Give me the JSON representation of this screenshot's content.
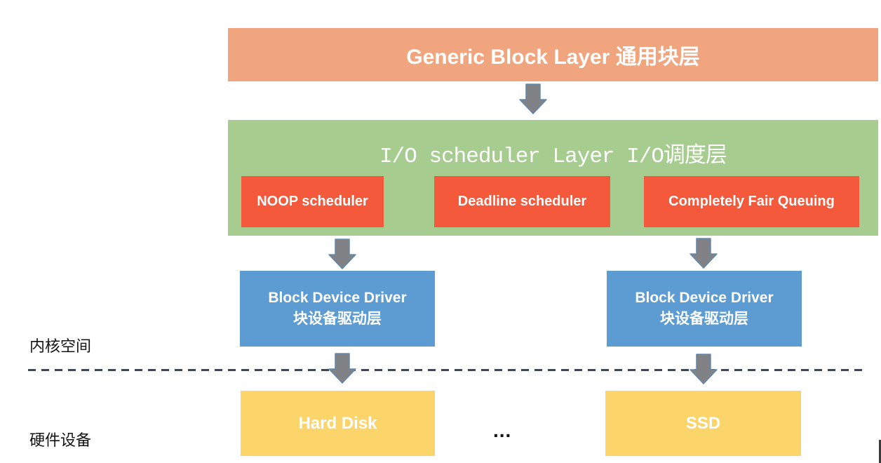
{
  "diagram": {
    "generic_block_layer": {
      "label": "Generic Block Layer 通用块层"
    },
    "io_scheduler_layer": {
      "label": "I/O scheduler Layer I/O调度层"
    },
    "schedulers": [
      {
        "label": "NOOP scheduler"
      },
      {
        "label": "Deadline scheduler"
      },
      {
        "label": "Completely Fair Queuing"
      }
    ],
    "block_device_drivers": [
      {
        "label_en": "Block Device Driver",
        "label_zh": "块设备驱动层"
      },
      {
        "label_en": "Block Device Driver",
        "label_zh": "块设备驱动层"
      }
    ],
    "devices": [
      {
        "label": "Hard Disk"
      },
      {
        "label": "SSD"
      }
    ],
    "ellipsis": "...",
    "space_labels": {
      "kernel": "内核空间",
      "hardware": "硬件设备"
    }
  },
  "colors": {
    "generic_layer_fill": "#F0A57E",
    "scheduler_layer_fill": "#A6CC8F",
    "scheduler_item_fill": "#F4593B",
    "driver_fill": "#5D9BD3",
    "device_fill": "#FBD46A",
    "arrow_fill": "#808285",
    "arrow_stroke": "#6488AD",
    "divider_color": "#3E4757",
    "text_on_fill": "#FFFFFF",
    "label_text": "#141414"
  }
}
